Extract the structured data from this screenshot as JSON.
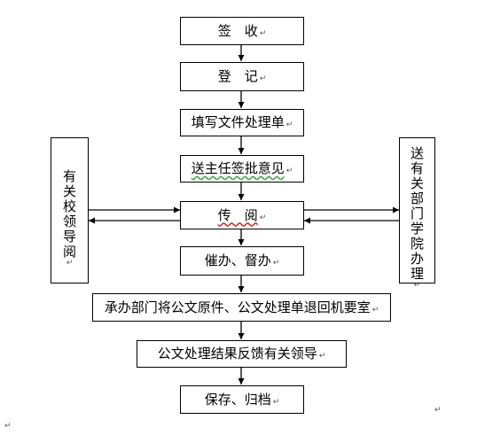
{
  "steps": [
    {
      "id": "sign",
      "text": "签　收"
    },
    {
      "id": "register",
      "text": "登　记"
    },
    {
      "id": "fill",
      "text": "填写文件处理单"
    },
    {
      "id": "director",
      "text": "送主任签批意见"
    },
    {
      "id": "circulate",
      "text": "传　阅"
    },
    {
      "id": "urge",
      "text": "催办、督办"
    },
    {
      "id": "return",
      "text": "承办部门将公文原件、公文处理单退回机要室"
    },
    {
      "id": "feedback",
      "text": "公文处理结果反馈有关领导"
    },
    {
      "id": "archive",
      "text": "保存、归档"
    }
  ],
  "side": {
    "left": "有关校领导阅",
    "right": "送有关部门学院办理"
  },
  "paragraph_mark": "↵"
}
